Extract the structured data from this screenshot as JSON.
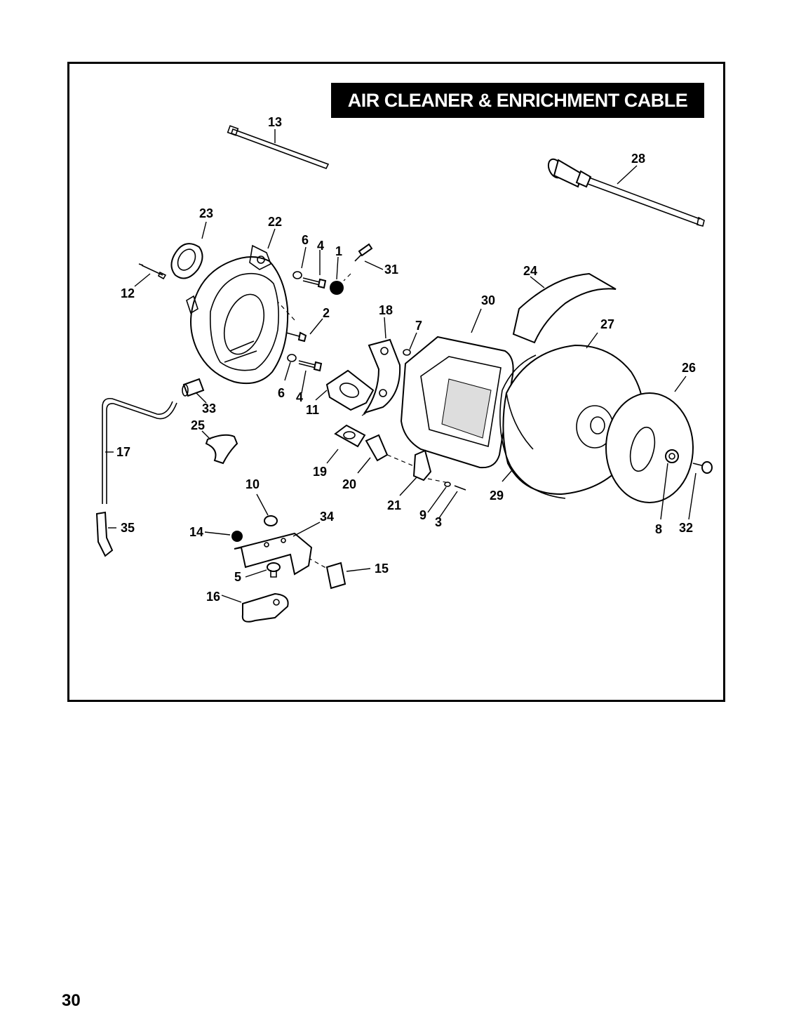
{
  "diagram": {
    "title": "AIR CLEANER & ENRICHMENT CABLE",
    "callouts": [
      {
        "id": "c13",
        "text": "13"
      },
      {
        "id": "c28",
        "text": "28"
      },
      {
        "id": "c23",
        "text": "23"
      },
      {
        "id": "c22",
        "text": "22"
      },
      {
        "id": "c6a",
        "text": "6"
      },
      {
        "id": "c4a",
        "text": "4"
      },
      {
        "id": "c1",
        "text": "1"
      },
      {
        "id": "c31",
        "text": "31"
      },
      {
        "id": "c12",
        "text": "12"
      },
      {
        "id": "c24",
        "text": "24"
      },
      {
        "id": "c30",
        "text": "30"
      },
      {
        "id": "c18",
        "text": "18"
      },
      {
        "id": "c7",
        "text": "7"
      },
      {
        "id": "c2",
        "text": "2"
      },
      {
        "id": "c27",
        "text": "27"
      },
      {
        "id": "c26",
        "text": "26"
      },
      {
        "id": "c6b",
        "text": "6"
      },
      {
        "id": "c4b",
        "text": "4"
      },
      {
        "id": "c11",
        "text": "11"
      },
      {
        "id": "c33",
        "text": "33"
      },
      {
        "id": "c25",
        "text": "25"
      },
      {
        "id": "c17",
        "text": "17"
      },
      {
        "id": "c19",
        "text": "19"
      },
      {
        "id": "c20",
        "text": "20"
      },
      {
        "id": "c10",
        "text": "10"
      },
      {
        "id": "c21",
        "text": "21"
      },
      {
        "id": "c29",
        "text": "29"
      },
      {
        "id": "c9",
        "text": "9"
      },
      {
        "id": "c3",
        "text": "3"
      },
      {
        "id": "c34",
        "text": "34"
      },
      {
        "id": "c35",
        "text": "35"
      },
      {
        "id": "c14",
        "text": "14"
      },
      {
        "id": "c8",
        "text": "8"
      },
      {
        "id": "c32",
        "text": "32"
      },
      {
        "id": "c15",
        "text": "15"
      },
      {
        "id": "c5",
        "text": "5"
      },
      {
        "id": "c16",
        "text": "16"
      }
    ]
  },
  "page": {
    "number": "30"
  }
}
